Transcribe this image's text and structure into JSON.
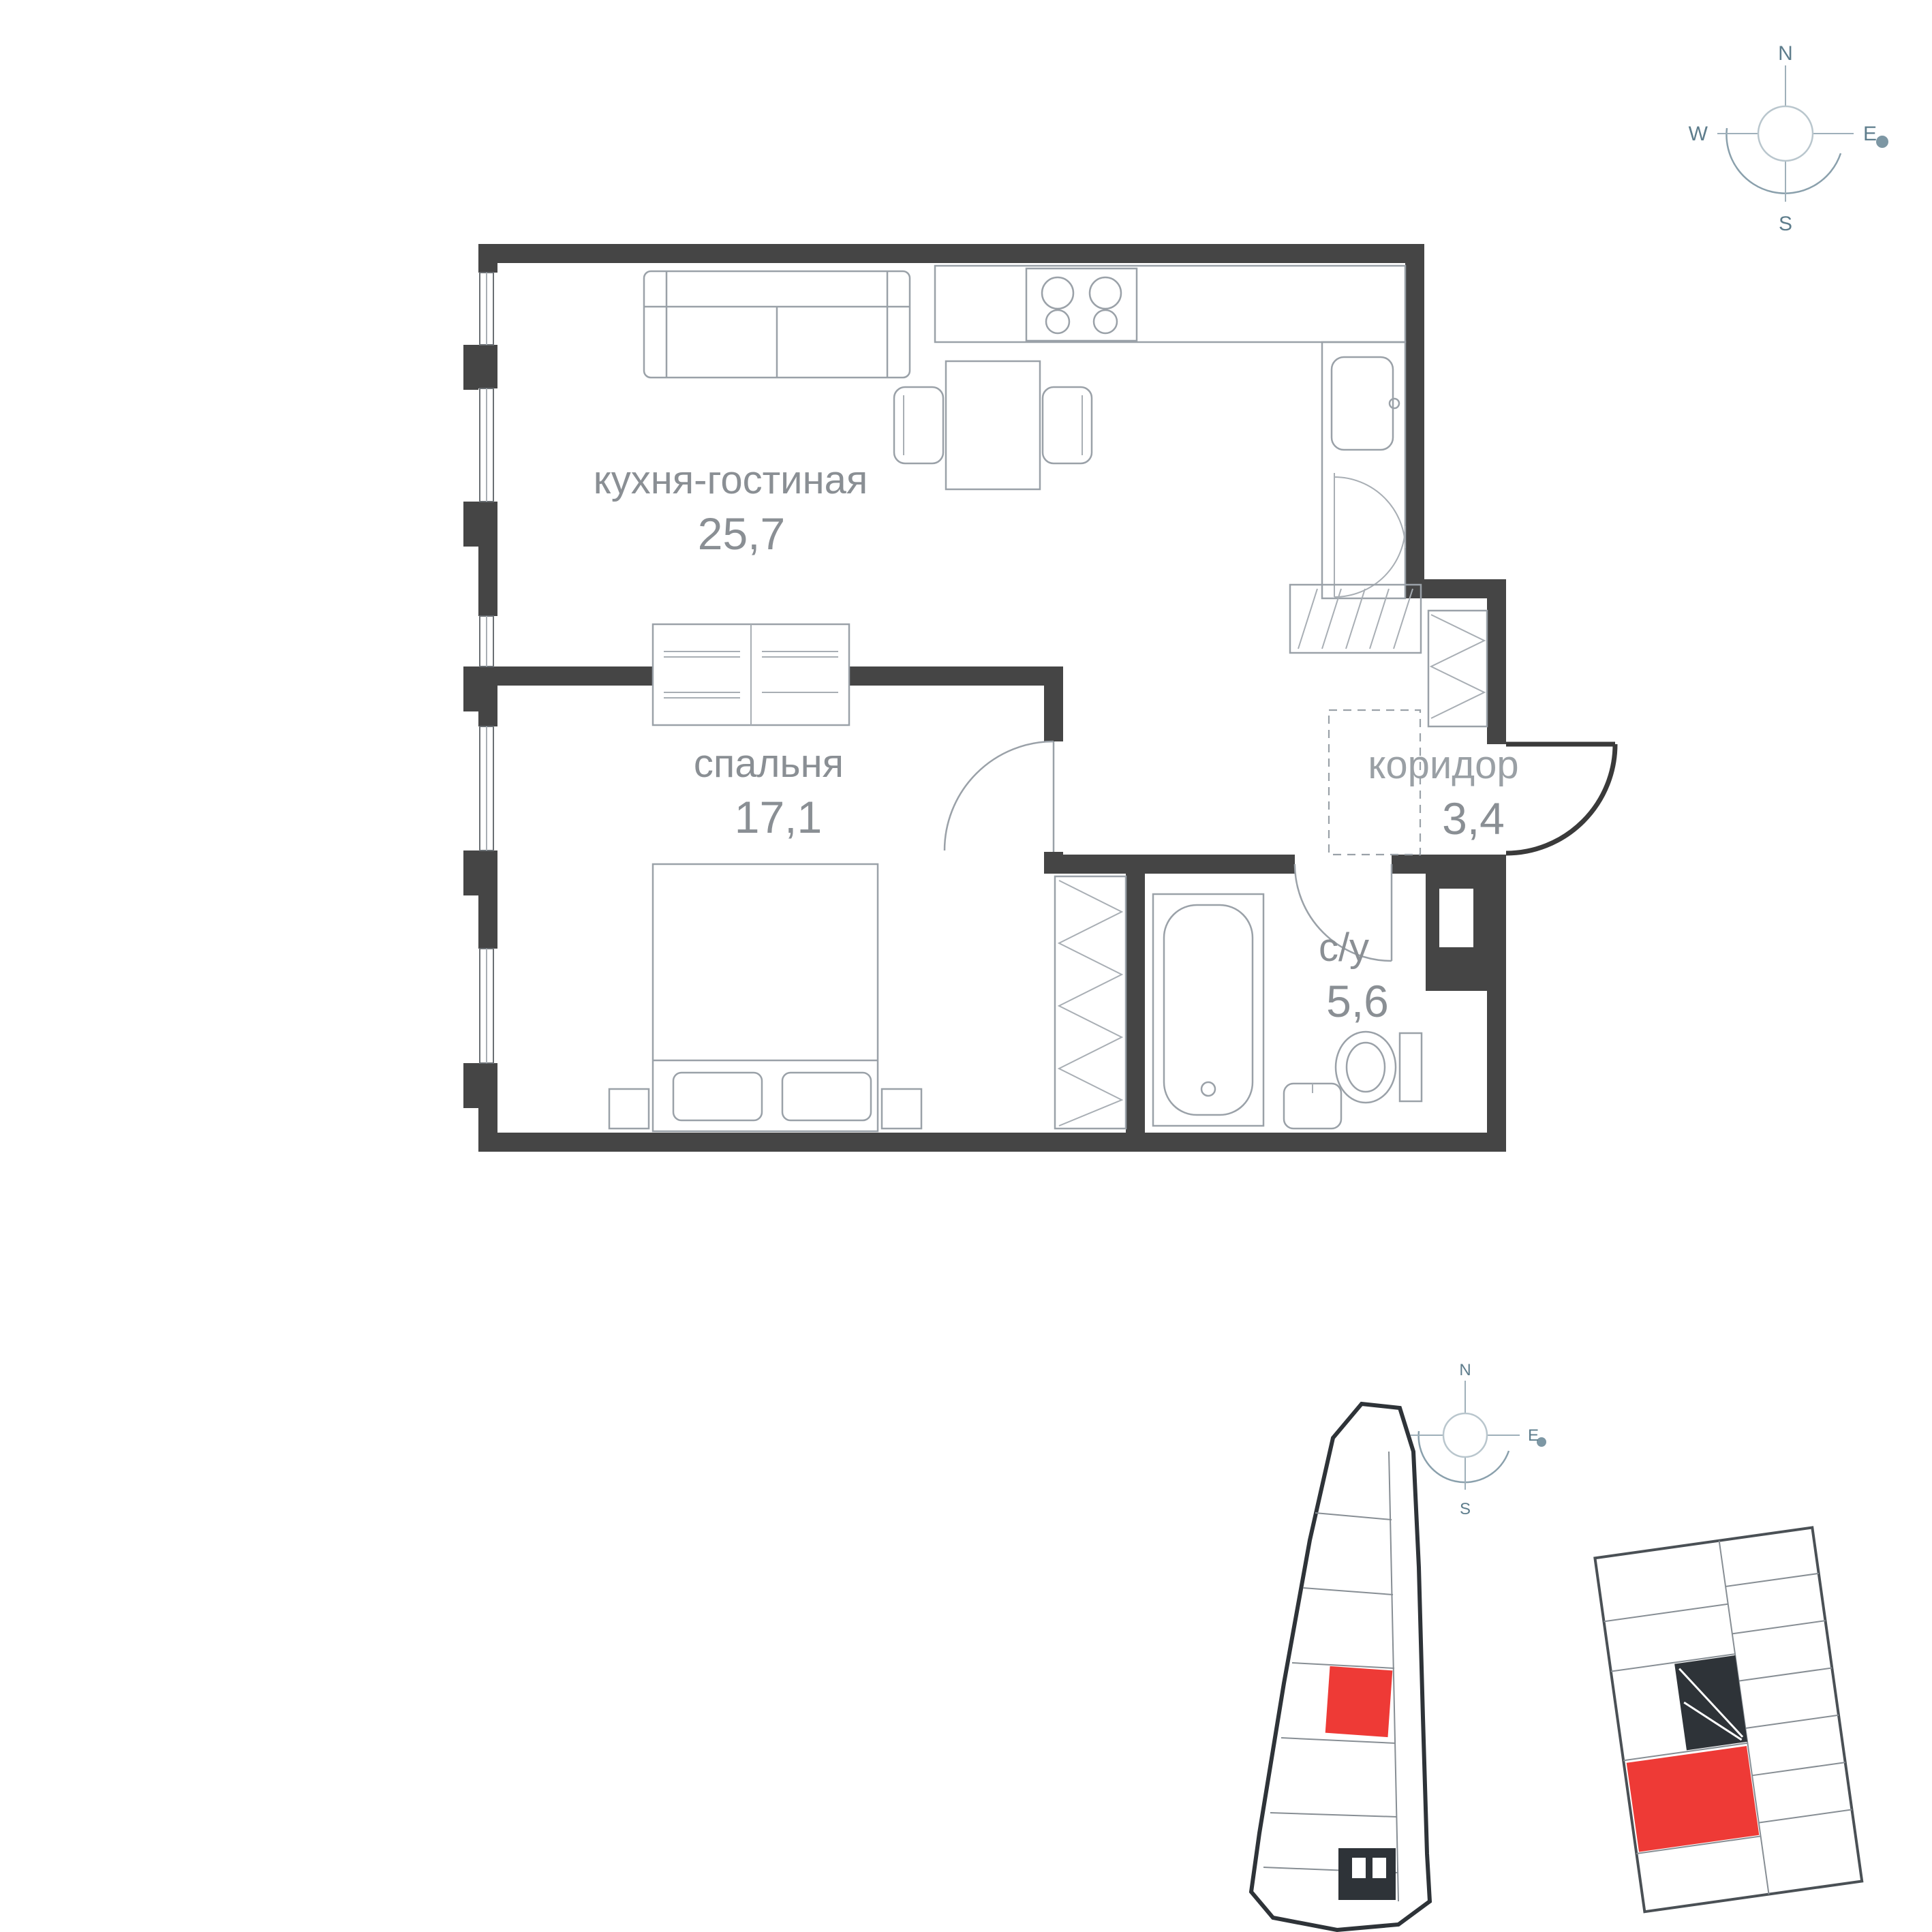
{
  "colors": {
    "wall": "#454545",
    "furniture_line": "#9aa1a8",
    "label_text": "#8a8f94",
    "accent_red": "#ee3a36",
    "compass_stroke": "#9fb0ba",
    "compass_text": "#5e7d8c",
    "site_outline": "#2e3338"
  },
  "rooms": [
    {
      "name": "кухня-гостиная",
      "area": "25,7"
    },
    {
      "name": "спальня",
      "area": "17,1"
    },
    {
      "name": "коридор",
      "area": "3,4"
    },
    {
      "name": "с/у",
      "area": "5,6"
    }
  ],
  "compass": {
    "n": "N",
    "e": "E",
    "s": "S",
    "w": "W"
  }
}
